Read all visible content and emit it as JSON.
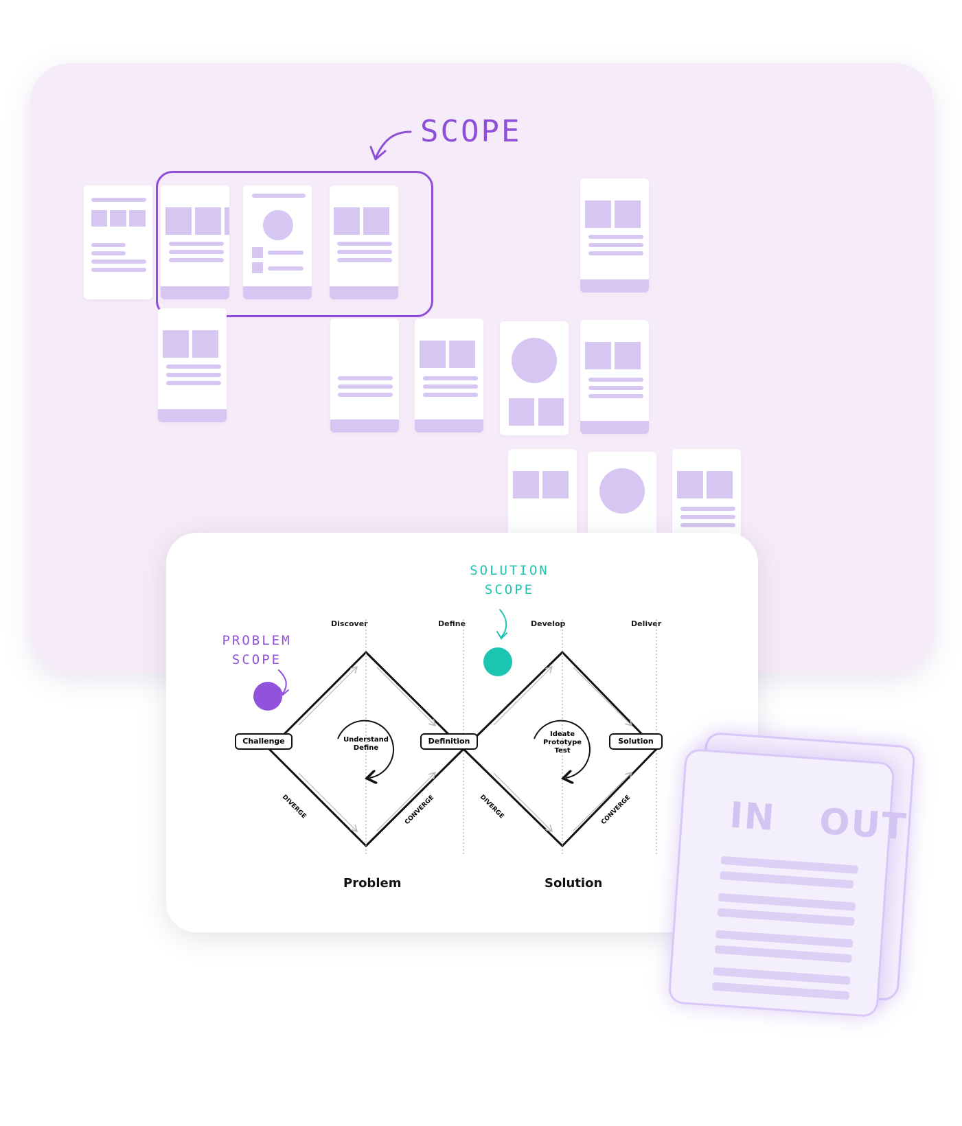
{
  "scope_annotation": {
    "label": "SCOPE"
  },
  "diagram": {
    "phases": [
      "Discover",
      "Define",
      "Develop",
      "Deliver"
    ],
    "nodes": {
      "challenge": "Challenge",
      "definition": "Definition",
      "solution": "Solution"
    },
    "loop_left": [
      "Understand",
      "Define"
    ],
    "loop_right": [
      "Ideate",
      "Prototype",
      "Test"
    ],
    "diverge": "DIVERGE",
    "converge": "CONVERGE",
    "bottom": {
      "problem": "Problem",
      "solution": "Solution"
    },
    "problem_scope": [
      "PROBLEM",
      "SCOPE"
    ],
    "solution_scope": [
      "SOLUTION",
      "SCOPE"
    ]
  },
  "document": {
    "in": "IN",
    "out": "OUT"
  },
  "colors": {
    "board_bg": "#f6ebf8",
    "accent_purple": "#8e4fd7",
    "accent_teal": "#1cc5b1",
    "placeholder": "#d6c6f1"
  }
}
